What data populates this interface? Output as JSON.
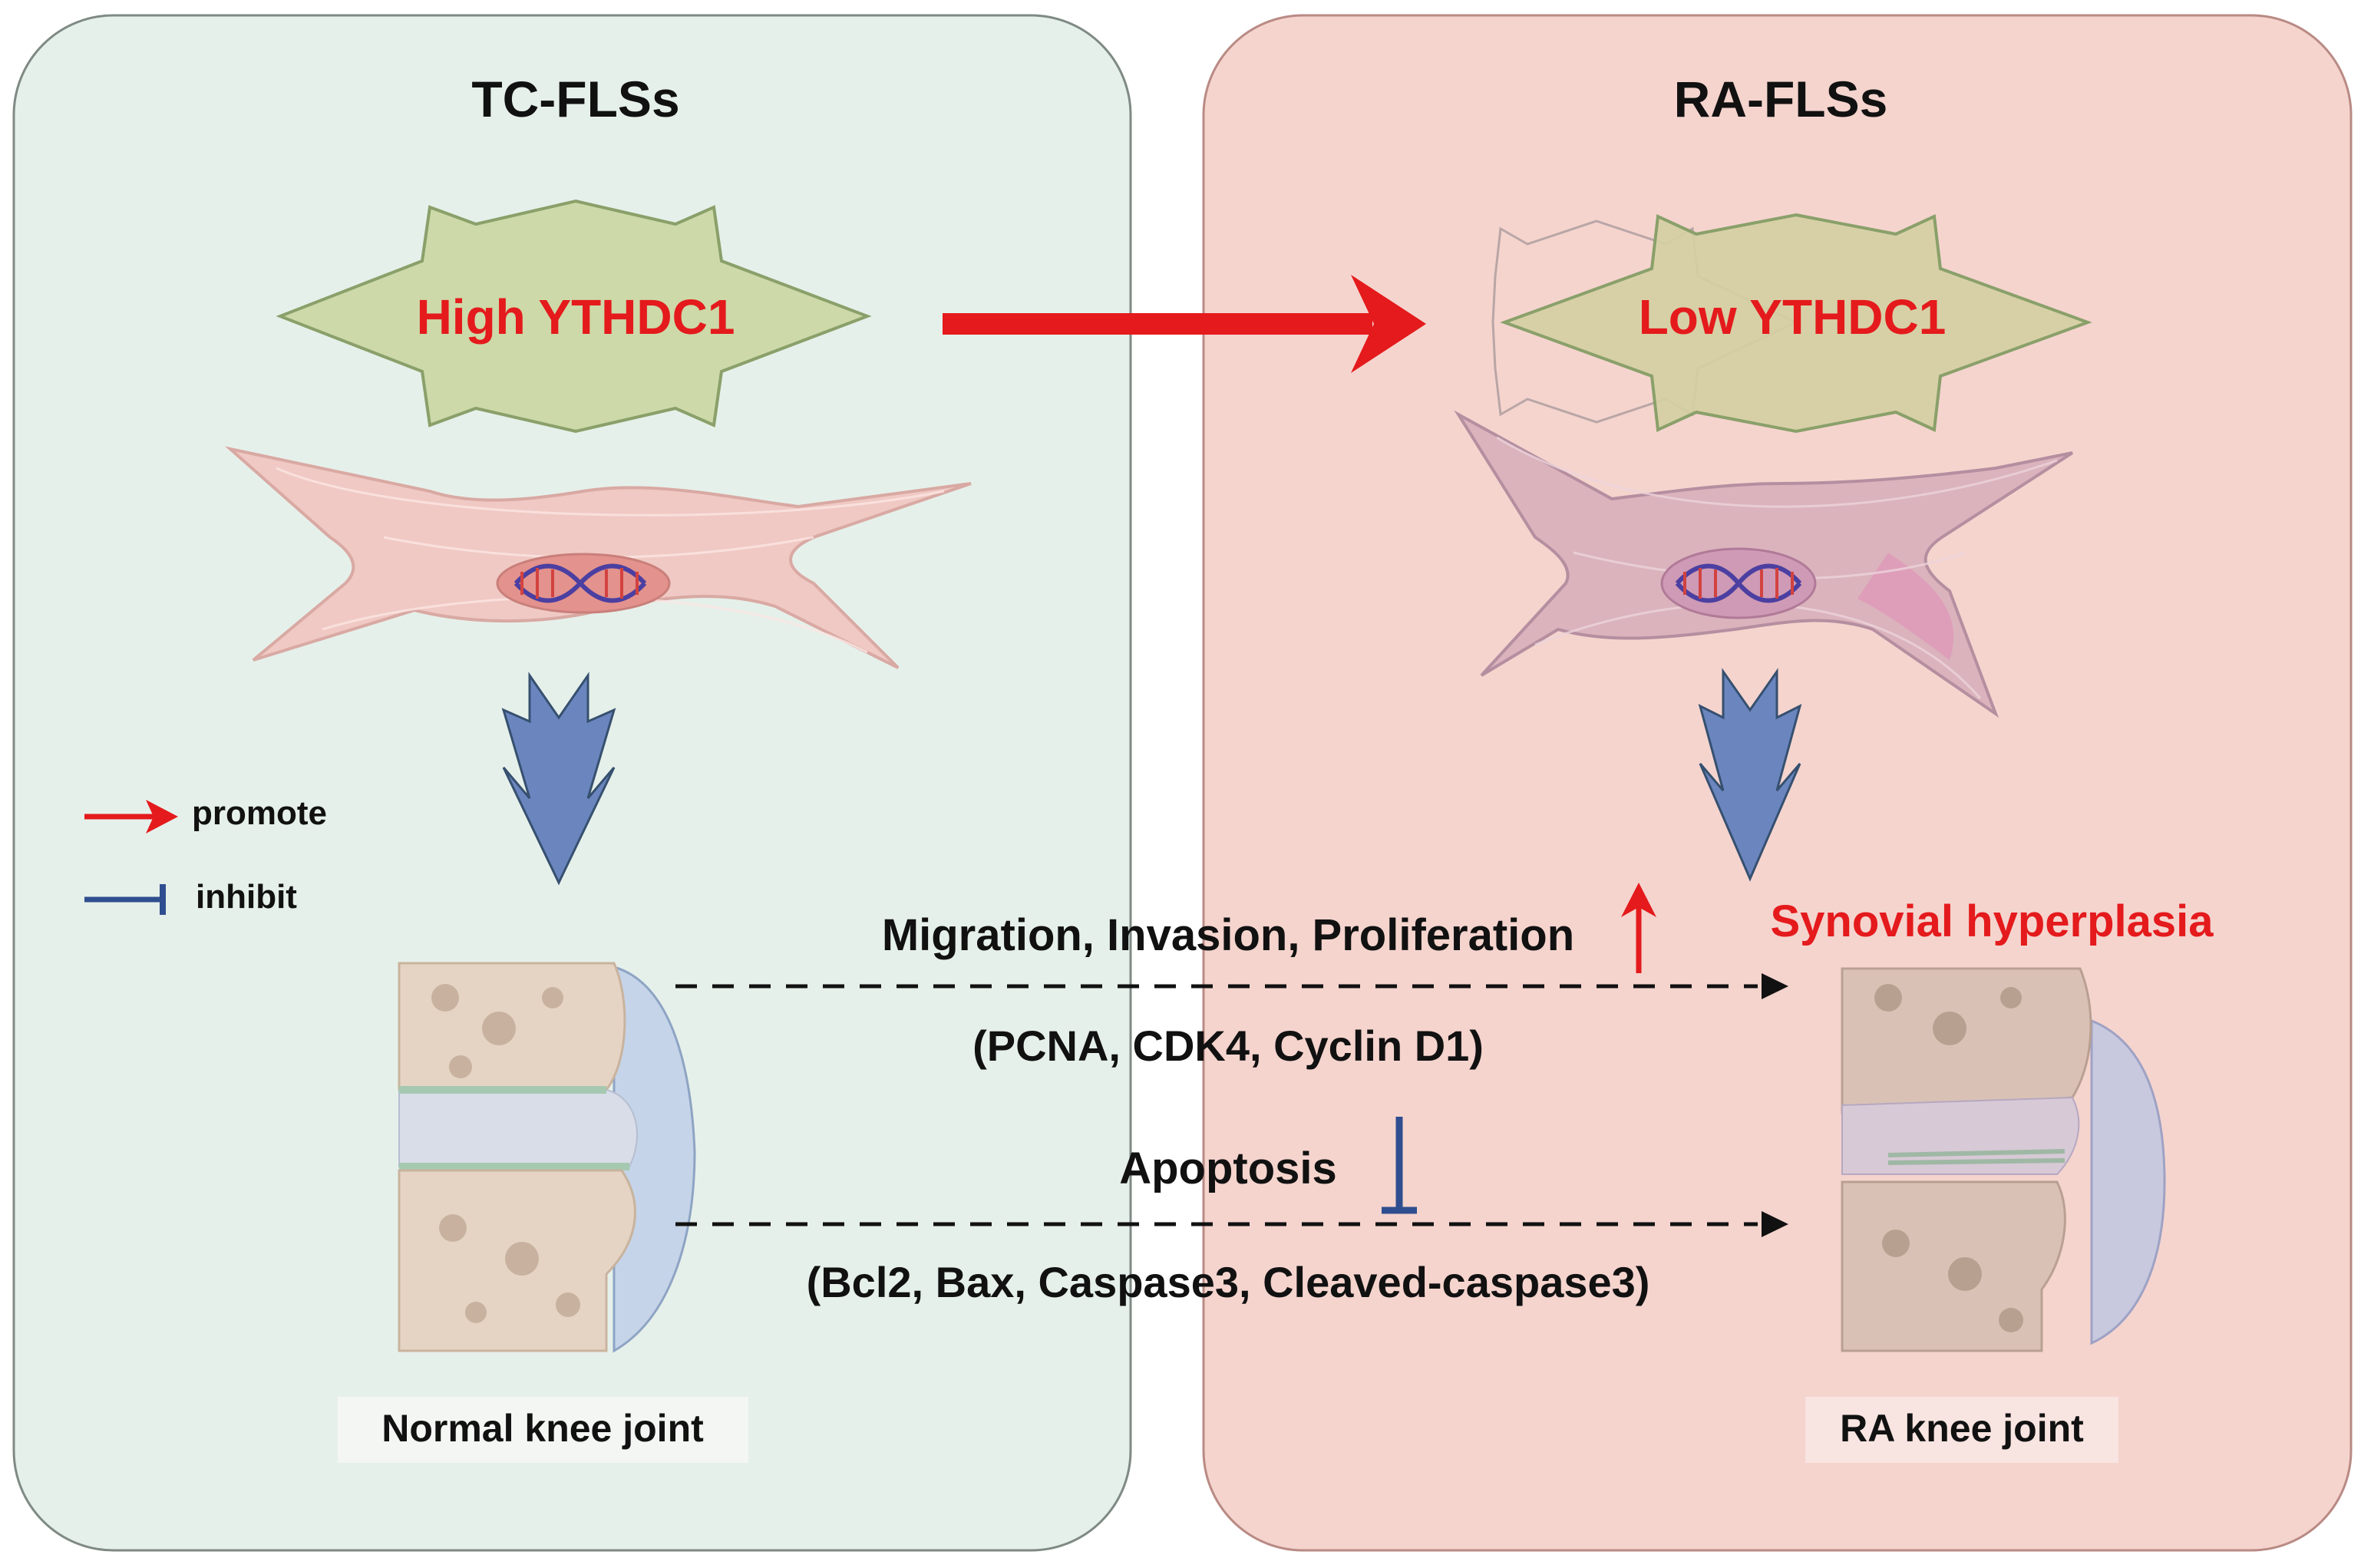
{
  "panels": {
    "left_title": "TC-FLSs",
    "right_title": "RA-FLSs"
  },
  "markers": {
    "high": "High YTHDC1",
    "low": "Low YTHDC1"
  },
  "legend": {
    "promote": "promote",
    "inhibit": "inhibit"
  },
  "effects": {
    "migration": "Migration, Invasion, Proliferation",
    "proliferation_markers": "(PCNA, CDK4, Cyclin D1)",
    "apoptosis": "Apoptosis",
    "apoptosis_markers": "(Bcl2, Bax, Caspase3, Cleaved-caspase3)"
  },
  "outcome": "Synovial hyperplasia",
  "joints": {
    "normal": "Normal knee joint",
    "ra": "RA knee joint"
  },
  "colors": {
    "left_panel": "#e6f0ea",
    "right_panel": "#f5d4ce",
    "star": "#cdd9a8",
    "promote_red": "#e41a1c",
    "inhibit_blue": "#2e4e8f",
    "down_arrow": "#6b86bf",
    "cell": "#f0c9c4"
  }
}
